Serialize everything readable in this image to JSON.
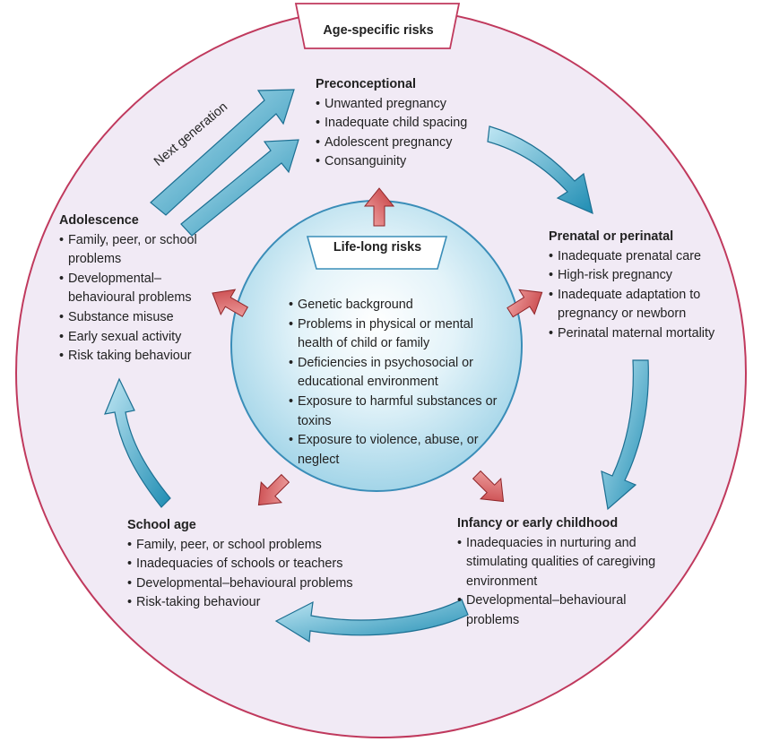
{
  "header_tab": "Age-specific risks",
  "lifelong_tab": "Life-long risks",
  "next_generation_label": "Next generation",
  "stages": {
    "preconceptional": {
      "title": "Preconceptional",
      "items": [
        "Unwanted pregnancy",
        "Inadequate child spacing",
        "Adolescent pregnancy",
        "Consanguinity"
      ]
    },
    "prenatal": {
      "title": "Prenatal or perinatal",
      "items": [
        "Inadequate prenatal care",
        "High-risk pregnancy",
        "Inadequate adaptation to pregnancy or newborn",
        "Perinatal maternal mortality"
      ]
    },
    "infancy": {
      "title": "Infancy or early childhood",
      "items": [
        "Inadequacies in nurturing and stimulating qualities of caregiving environment",
        "Developmental–behavioural problems"
      ]
    },
    "school_age": {
      "title": "School age",
      "items": [
        "Family, peer, or school problems",
        "Inadequacies of schools or teachers",
        "Developmental–behavioural problems",
        "Risk-taking behaviour"
      ]
    },
    "adolescence": {
      "title": "Adolescence",
      "items": [
        "Family, peer, or school problems",
        "Developmental–behavioural problems",
        "Substance misuse",
        "Early sexual activity",
        "Risk taking behaviour"
      ]
    }
  },
  "lifelong_items": [
    "Genetic background",
    "Problems in physical or mental health of child or family",
    "Deficiencies in psychosocial or educational environment",
    "Exposure to harmful substances or toxins",
    "Exposure to violence, abuse, or neglect"
  ],
  "colors": {
    "outer_fill": "#f1eaf5",
    "outer_stroke": "#c0395d",
    "inner_fill_center": "#ffffff",
    "inner_fill_edge": "#9fd3e7",
    "inner_stroke": "#3a8db8",
    "cycle_arrow_light": "#bfe6f3",
    "cycle_arrow_dark": "#1f8db3",
    "risk_arrow_light": "#f2aaa9",
    "risk_arrow_dark": "#c43a3e"
  }
}
